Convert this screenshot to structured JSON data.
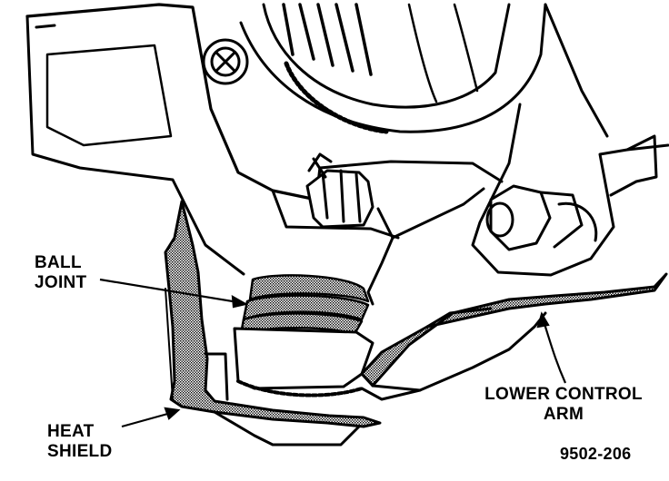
{
  "labels": {
    "ball_joint": [
      "BALL",
      "JOINT"
    ],
    "heat_shield": [
      "HEAT",
      "SHIELD"
    ],
    "lower_control_arm": [
      "LOWER CONTROL",
      "ARM"
    ],
    "figure_number": "9502-206"
  },
  "colors": {
    "ink": "#000000",
    "paper": "#ffffff",
    "hatch": "#888888"
  }
}
